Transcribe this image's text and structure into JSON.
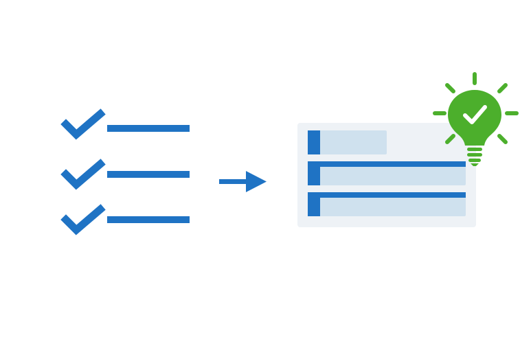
{
  "colors": {
    "primary_blue": "#1f73c4",
    "light_panel": "#eef2f6",
    "light_bar": "#cfe1ee",
    "bulb_green": "#4caf2c",
    "white": "#ffffff"
  },
  "checklist": {
    "items": [
      {
        "icon": "checkmark-icon",
        "checked": true
      },
      {
        "icon": "checkmark-icon",
        "checked": true
      },
      {
        "icon": "checkmark-icon",
        "checked": true
      }
    ]
  },
  "arrow": {
    "icon": "arrow-right-icon"
  },
  "result_panel": {
    "rows": [
      {
        "kind": "short-bar"
      },
      {
        "kind": "full-bar"
      },
      {
        "kind": "full-bar"
      }
    ]
  },
  "idea": {
    "icon": "lightbulb-check-icon"
  }
}
